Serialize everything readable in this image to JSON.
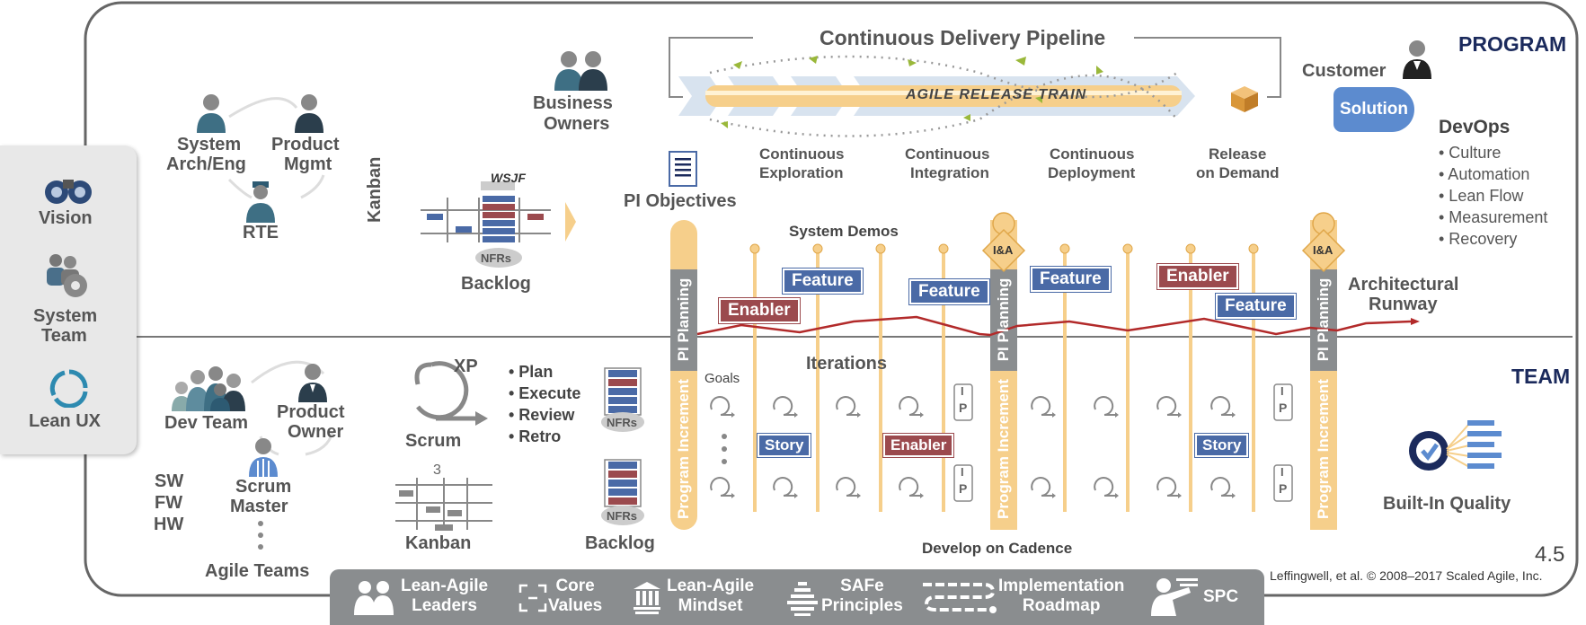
{
  "levels": {
    "program": "PROGRAM",
    "team": "TEAM"
  },
  "sidebar": {
    "vision": "Vision",
    "system_team": [
      "System",
      "Team"
    ],
    "lean_ux": "Lean UX"
  },
  "program_roles": {
    "system_arch": [
      "System",
      "Arch/Eng"
    ],
    "product_mgmt": [
      "Product",
      "Mgmt"
    ],
    "rte": "RTE"
  },
  "business_owners": [
    "Business",
    "Owners"
  ],
  "program_kanban": {
    "kanban": "Kanban",
    "wsjf": "WSJF",
    "nfrs": "NFRs",
    "backlog": "Backlog"
  },
  "pipeline": {
    "title": "Continuous Delivery Pipeline",
    "train": "AGILE RELEASE TRAIN",
    "stages": [
      [
        "Continuous",
        "Exploration"
      ],
      [
        "Continuous",
        "Integration"
      ],
      [
        "Continuous",
        "Deployment"
      ],
      [
        "Release",
        "on Demand"
      ]
    ]
  },
  "customer": "Customer",
  "solution": "Solution",
  "devops": {
    "title": "DevOps",
    "items": [
      "• Culture",
      "• Automation",
      "• Lean Flow",
      "• Measurement",
      "• Recovery"
    ]
  },
  "pi_objectives": "PI Objectives",
  "system_demos": "System Demos",
  "ia": "I&A",
  "pi_planning": "PI Planning",
  "program_increment": "Program Increment",
  "architectural_runway": [
    "Architectural",
    "Runway"
  ],
  "backlog_items": {
    "feature": "Feature",
    "enabler": "Enabler",
    "story": "Story"
  },
  "iterations": "Iterations",
  "goals": "Goals",
  "develop_on_cadence": "Develop on Cadence",
  "team_roles": {
    "dev_team": "Dev Team",
    "product_owner": [
      "Product",
      "Owner"
    ],
    "scrum_master": [
      "Scrum",
      "Master"
    ],
    "sw_fw_hw": [
      "SW",
      "FW",
      "HW"
    ],
    "agile_teams": "Agile Teams"
  },
  "scrum": {
    "xp": "XP",
    "label": "Scrum"
  },
  "ceremonies": [
    "• Plan",
    "• Execute",
    "• Review",
    "• Retro"
  ],
  "team_kanban": {
    "label": "Kanban",
    "wip": "3"
  },
  "team_backlog": {
    "nfrs": "NFRs",
    "backlog": "Backlog"
  },
  "ip_letters": [
    "I",
    "P"
  ],
  "built_in_quality": "Built-In Quality",
  "version": "4.5",
  "copyright": "Leffingwell, et al. © 2008–2017 Scaled Agile, Inc.",
  "foundation": [
    [
      "Lean-Agile",
      "Leaders"
    ],
    [
      "Core",
      "Values"
    ],
    [
      "Lean-Agile",
      "Mindset"
    ],
    [
      "SAFe",
      "Principles"
    ],
    [
      "Implementation",
      "Roadmap"
    ],
    [
      "SPC"
    ]
  ],
  "colors": {
    "navy": "#1b2a5c",
    "feature": "#4a6aa6",
    "enabler": "#9b4a4e",
    "gold": "#f6cf8b",
    "gray": "#8a8d8f",
    "runway": "#b22a2a"
  }
}
